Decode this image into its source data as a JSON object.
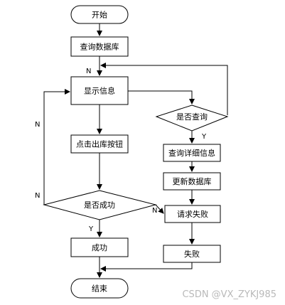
{
  "flowchart": {
    "start": "开始",
    "query_db": "查询数据库",
    "show_info": "显示信息",
    "click_out": "点击出库按钮",
    "is_success": "是否成功",
    "success": "成功",
    "end": "结束",
    "is_query": "是否查询",
    "query_detail": "查询详细信息",
    "update_db": "更新数据库",
    "request_fail": "请求失败",
    "fail": "失败",
    "label_n_top": "N",
    "label_n_left1": "N",
    "label_n_left2": "N",
    "label_y_query": "Y",
    "label_y_success": "Y",
    "label_n_fail": "N"
  },
  "watermark": "CSDN @VX_ZYKJ985"
}
